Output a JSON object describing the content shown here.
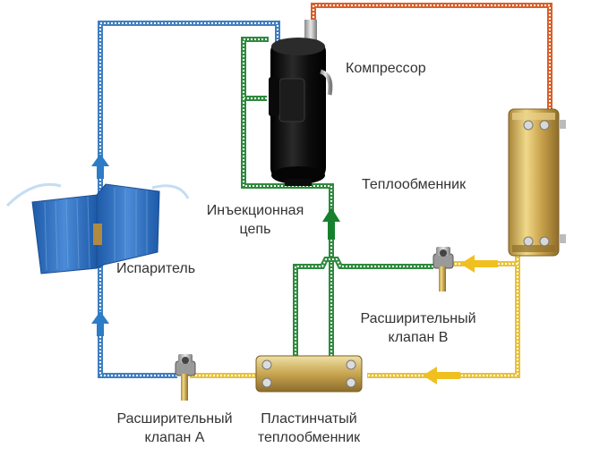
{
  "labels": {
    "compressor": "Компрессор",
    "heat_exchanger": "Теплообменник",
    "injection_line1": "Инъекционная",
    "injection_line2": "цепь",
    "evaporator": "Испаритель",
    "valve_b_line1": "Расширительный",
    "valve_b_line2": "клапан B",
    "valve_a_line1": "Расширительный",
    "valve_a_line2": "клапан А",
    "plate_hx_line1": "Пластинчатый",
    "plate_hx_line2": "теплообменник"
  },
  "colors": {
    "hot_pipe": "#d9602a",
    "suction_pipe": "#3f7fc0",
    "liquid_pipe": "#e8c23a",
    "injection_pipe": "#2f8a3e",
    "arrow_blue": "#2d7cc7",
    "arrow_green": "#16802f",
    "arrow_yellow": "#f0c020",
    "evaporator": "#2f6fc0",
    "compressor": "#111111",
    "brass": "#c8a54a"
  }
}
